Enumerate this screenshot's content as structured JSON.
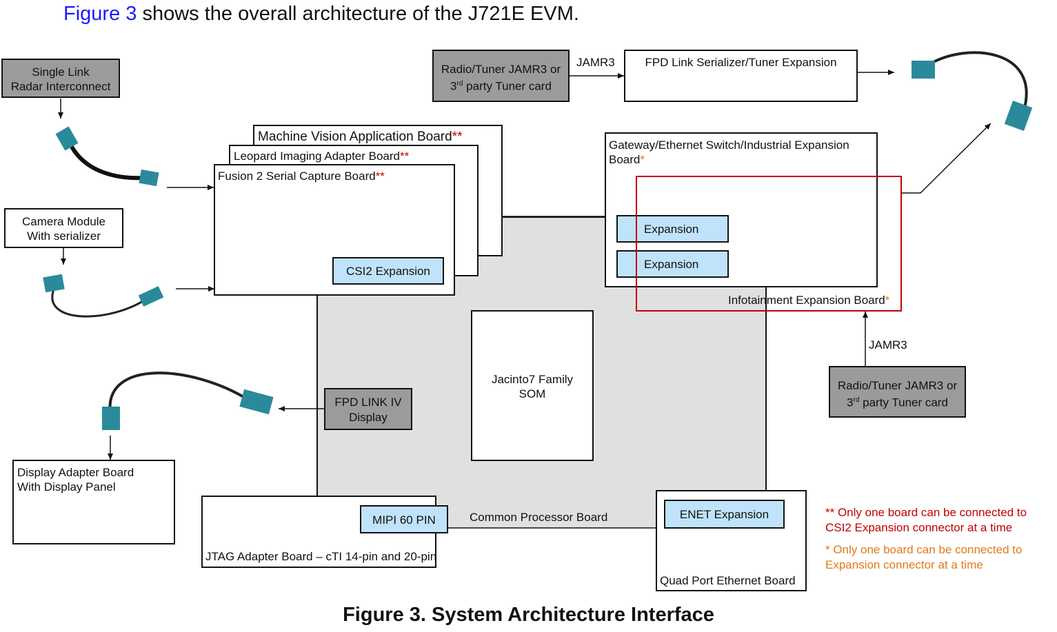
{
  "intro": {
    "link": "Figure 3",
    "rest": " shows the overall architecture of the J721E EVM."
  },
  "caption": "Figure 3. System Architecture Interface",
  "colors": {
    "box_gray": "#9b9b9b",
    "box_blue": "#bfe3fb",
    "processor_bg": "#e0e0e0",
    "infotainment_border": "#c00000",
    "cable": "#2a8a9c",
    "note_red": "#c00000",
    "note_orange": "#e07a1a"
  },
  "boxes": {
    "radar": {
      "line1": "Single Link",
      "line2": "Radar Interconnect"
    },
    "camera": {
      "line1": "Camera Module",
      "line2": "With serializer"
    },
    "radio_top": {
      "line1": "Radio/Tuner JAMR3 or",
      "line2_num": "3",
      "line2_sup": "rd",
      "line2_rest": " party Tuner card"
    },
    "fpd_serializer": "FPD Link Serializer/Tuner Expansion",
    "jamr3_top": "JAMR3",
    "machine_vision": "Machine Vision Application Board",
    "leopard": "Leopard Imaging Adapter Board",
    "fusion": "Fusion 2 Serial Capture Board",
    "csi2": "CSI2 Expansion",
    "double_star": "**",
    "single_star": "*",
    "gateway": {
      "line1": "Gateway/Ethernet Switch/Industrial Expansion",
      "line2": "Board"
    },
    "expansion_1": "Expansion",
    "expansion_2": "Expansion",
    "infotainment": "Infotainment Expansion Board",
    "jamr3_right": "JAMR3",
    "radio_right": {
      "line1": "Radio/Tuner JAMR3 or",
      "line2_num": "3",
      "line2_sup": "rd",
      "line2_rest": " party Tuner card"
    },
    "som": {
      "line1": "Jacinto7 Family",
      "line2": "SOM"
    },
    "fpd_display": {
      "line1": "FPD LINK IV",
      "line2": "Display"
    },
    "display_adapter": {
      "line1": "Display Adapter Board",
      "line2": "With Display Panel"
    },
    "mipi": "MIPI 60 PIN",
    "jtag": "JTAG Adapter Board – cTI 14-pin and 20-pin",
    "common_processor": "Common Processor Board",
    "enet": "ENET Expansion",
    "quad_port": "Quad Port Ethernet Board"
  },
  "notes": {
    "red": {
      "line1": "** Only one board can be connected to",
      "line2": "CSI2 Expansion connector at a time"
    },
    "orange": {
      "line1": "* Only one board can be connected to",
      "line2": "Expansion connector at a time"
    }
  }
}
